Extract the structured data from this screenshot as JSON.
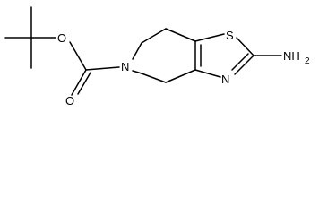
{
  "molecule": {
    "atoms": {
      "oxygen_ester": "O",
      "oxygen_carbonyl": "O",
      "nitrogen_ring": "N",
      "sulfur": "S",
      "nitrogen_thiazole": "N",
      "amine": "NH",
      "amine_subscript": "2"
    }
  }
}
